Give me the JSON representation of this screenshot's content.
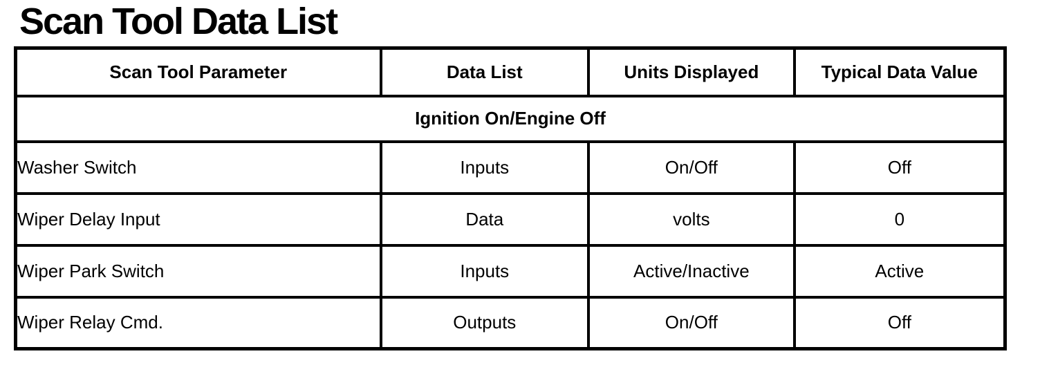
{
  "page": {
    "title": "Scan Tool Data List"
  },
  "table": {
    "columns": [
      "Scan Tool Parameter",
      "Data List",
      "Units Displayed",
      "Typical Data Value"
    ],
    "section_header": "Ignition On/Engine Off",
    "rows": [
      {
        "parameter": "Washer Switch",
        "data_list": "Inputs",
        "units": "On/Off",
        "value": "Off"
      },
      {
        "parameter": "Wiper Delay Input",
        "data_list": "Data",
        "units": "volts",
        "value": "0"
      },
      {
        "parameter": "Wiper Park Switch",
        "data_list": "Inputs",
        "units": "Active/Inactive",
        "value": "Active"
      },
      {
        "parameter": "Wiper Relay Cmd.",
        "data_list": "Outputs",
        "units": "On/Off",
        "value": "Off"
      }
    ]
  },
  "colors": {
    "text": "#000000",
    "border": "#000000",
    "background": "#ffffff"
  }
}
